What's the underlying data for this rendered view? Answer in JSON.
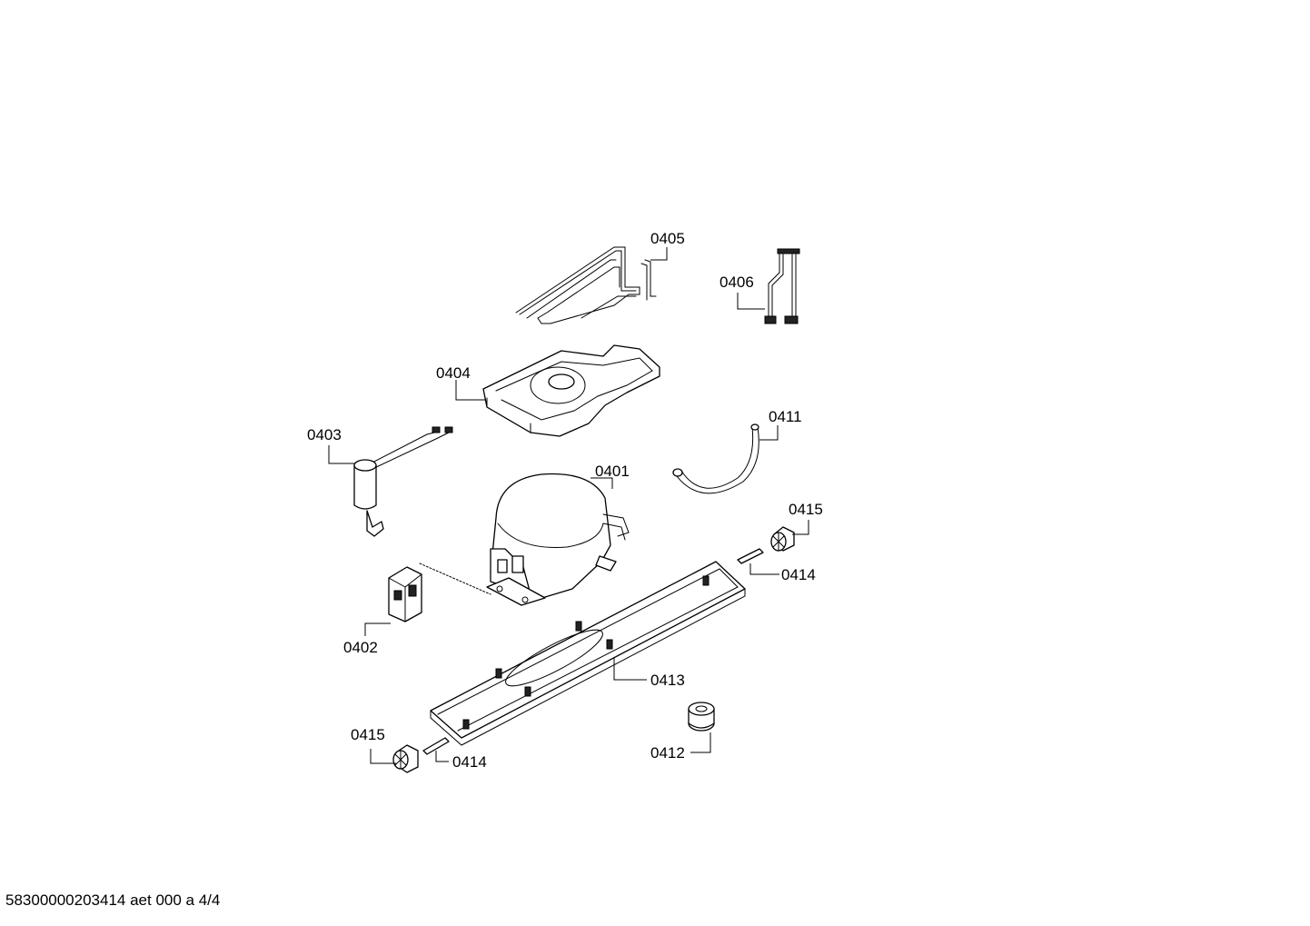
{
  "footer": {
    "text": "58300000203414 aet 000 a 4/4"
  },
  "labels": {
    "p0405": "0405",
    "p0406": "0406",
    "p0404": "0404",
    "p0403": "0403",
    "p0411": "0411",
    "p0401": "0401",
    "p0415a": "0415",
    "p0414a": "0414",
    "p0402": "0402",
    "p0413": "0413",
    "p0415b": "0415",
    "p0414b": "0414",
    "p0412": "0412"
  }
}
